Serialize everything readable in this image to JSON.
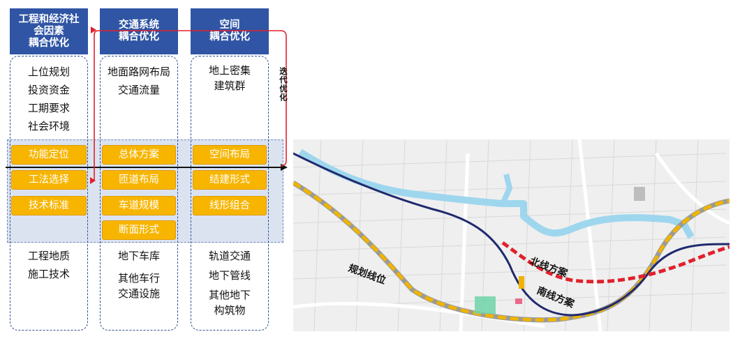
{
  "flow": {
    "headers": [
      {
        "lines": [
          "工程和经济社",
          "会因素",
          "耦合优化"
        ]
      },
      {
        "lines": [
          "交通系统",
          "耦合优化"
        ]
      },
      {
        "lines": [
          "空间",
          "耦合优化"
        ]
      }
    ],
    "top_items": [
      [
        "上位规划",
        "投资资金",
        "工期要求",
        "社会环境"
      ],
      [
        "地面路网布局",
        "交通流量"
      ],
      [
        "地上密集",
        "建筑群"
      ]
    ],
    "chips": [
      [
        "功能定位",
        "工法选择",
        "技术标准"
      ],
      [
        "总体方案",
        "匝道布局",
        "车道规模",
        "断面形式"
      ],
      [
        "空间布局",
        "结建形式",
        "线形组合"
      ]
    ],
    "bottom_items": [
      [
        "工程地质",
        "施工技术"
      ],
      [
        "地下车库",
        "其他车行",
        "交通设施"
      ],
      [
        "轨道交通",
        "地下管线",
        "其他地下",
        "构筑物"
      ]
    ],
    "iteration_label": "迭代优化",
    "colors": {
      "header": "#2f55a4",
      "chip": "#f7b500",
      "arrow": "#e0212b",
      "band": "#dbe3f1"
    }
  },
  "map": {
    "labels": {
      "planned": "规划线位",
      "north": "北线方案",
      "south": "南线方案"
    },
    "colors": {
      "planned": "#f0b400",
      "north": "#e0212b",
      "south": "#1f2a6e",
      "river": "#9ed6ee"
    }
  }
}
